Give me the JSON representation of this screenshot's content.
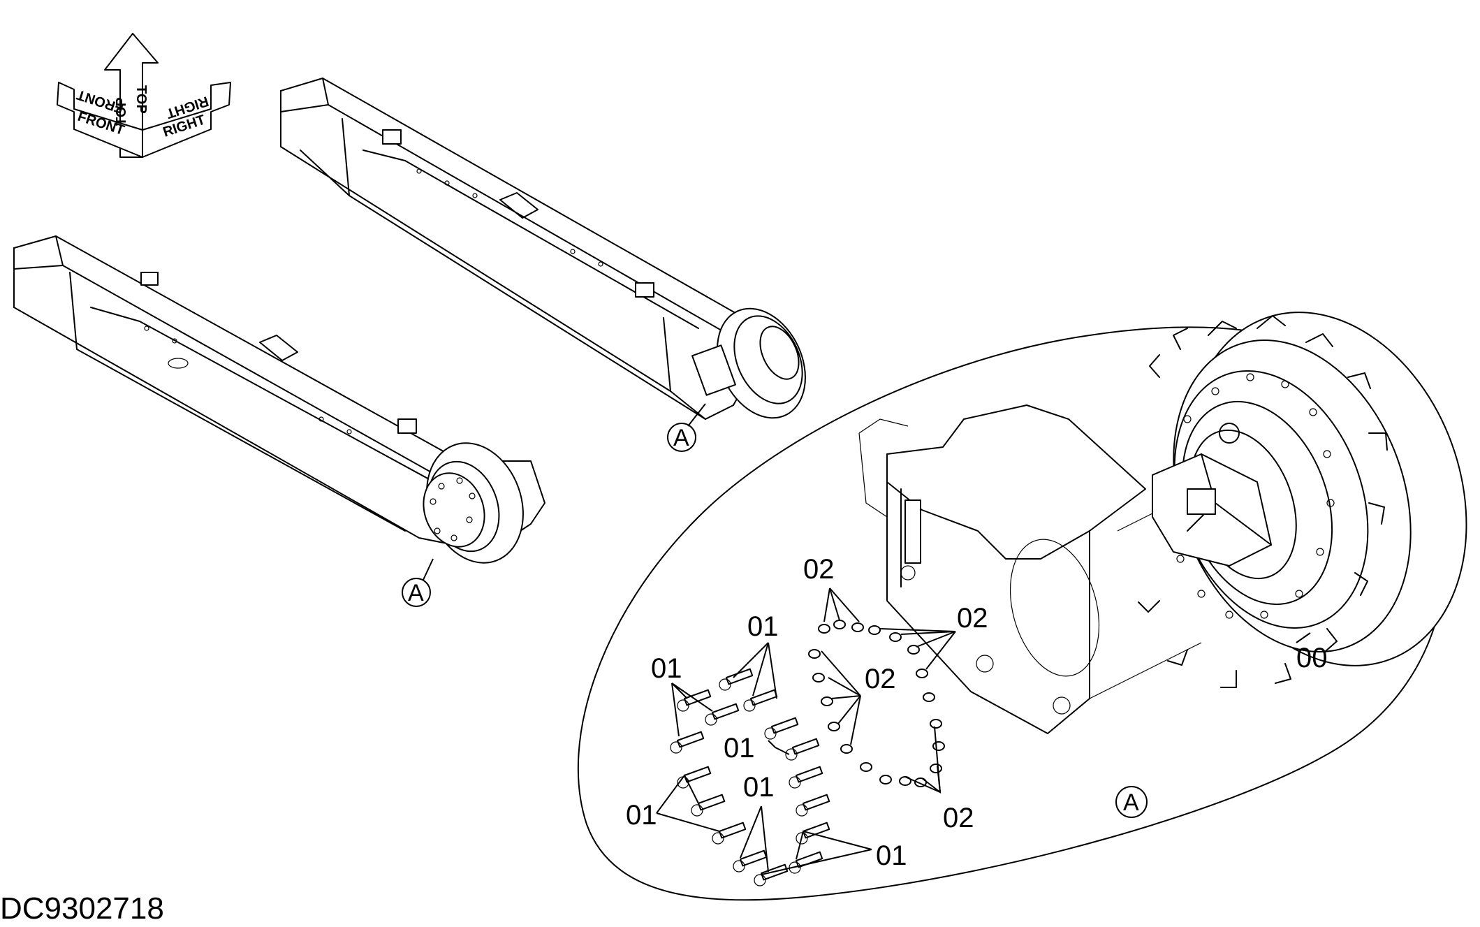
{
  "figure_id": "DC9302718",
  "orientation": {
    "front": "FRONT",
    "top": "TOP",
    "right": "RIGHT"
  },
  "detail_marker": "A",
  "callouts": {
    "c00": "00",
    "c01": "01",
    "c02": "02"
  }
}
